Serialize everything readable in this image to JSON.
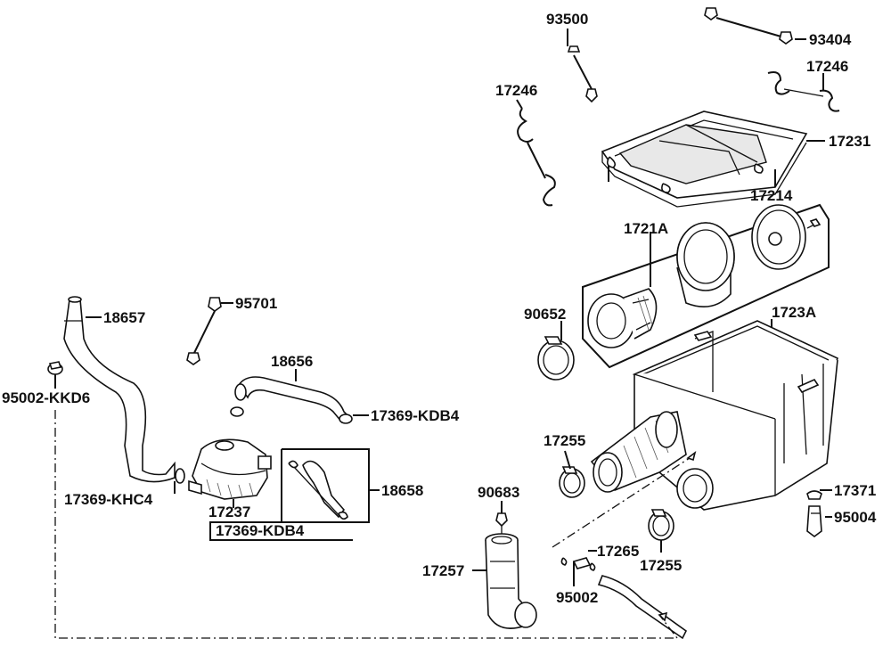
{
  "labels": {
    "p93500": "93500",
    "p93404": "93404",
    "p17246a": "17246",
    "p17246b": "17246",
    "p17231": "17231",
    "p17214": "17214",
    "p1721A": "1721A",
    "p90652": "90652",
    "p1723A": "1723A",
    "p18657": "18657",
    "p95701": "95701",
    "p18656": "18656",
    "p95002KKD6": "95002-KKD6",
    "p17369KDB4a": "17369-KDB4",
    "p17369KHC4": "17369-KHC4",
    "p17237": "17237",
    "p17369KDB4b": "17369-KDB4",
    "p18658": "18658",
    "p17255a": "17255",
    "p90683": "90683",
    "p17257": "17257",
    "p17265": "17265",
    "p95002": "95002",
    "p17255b": "17255",
    "p17371": "17371",
    "p95004": "95004"
  }
}
